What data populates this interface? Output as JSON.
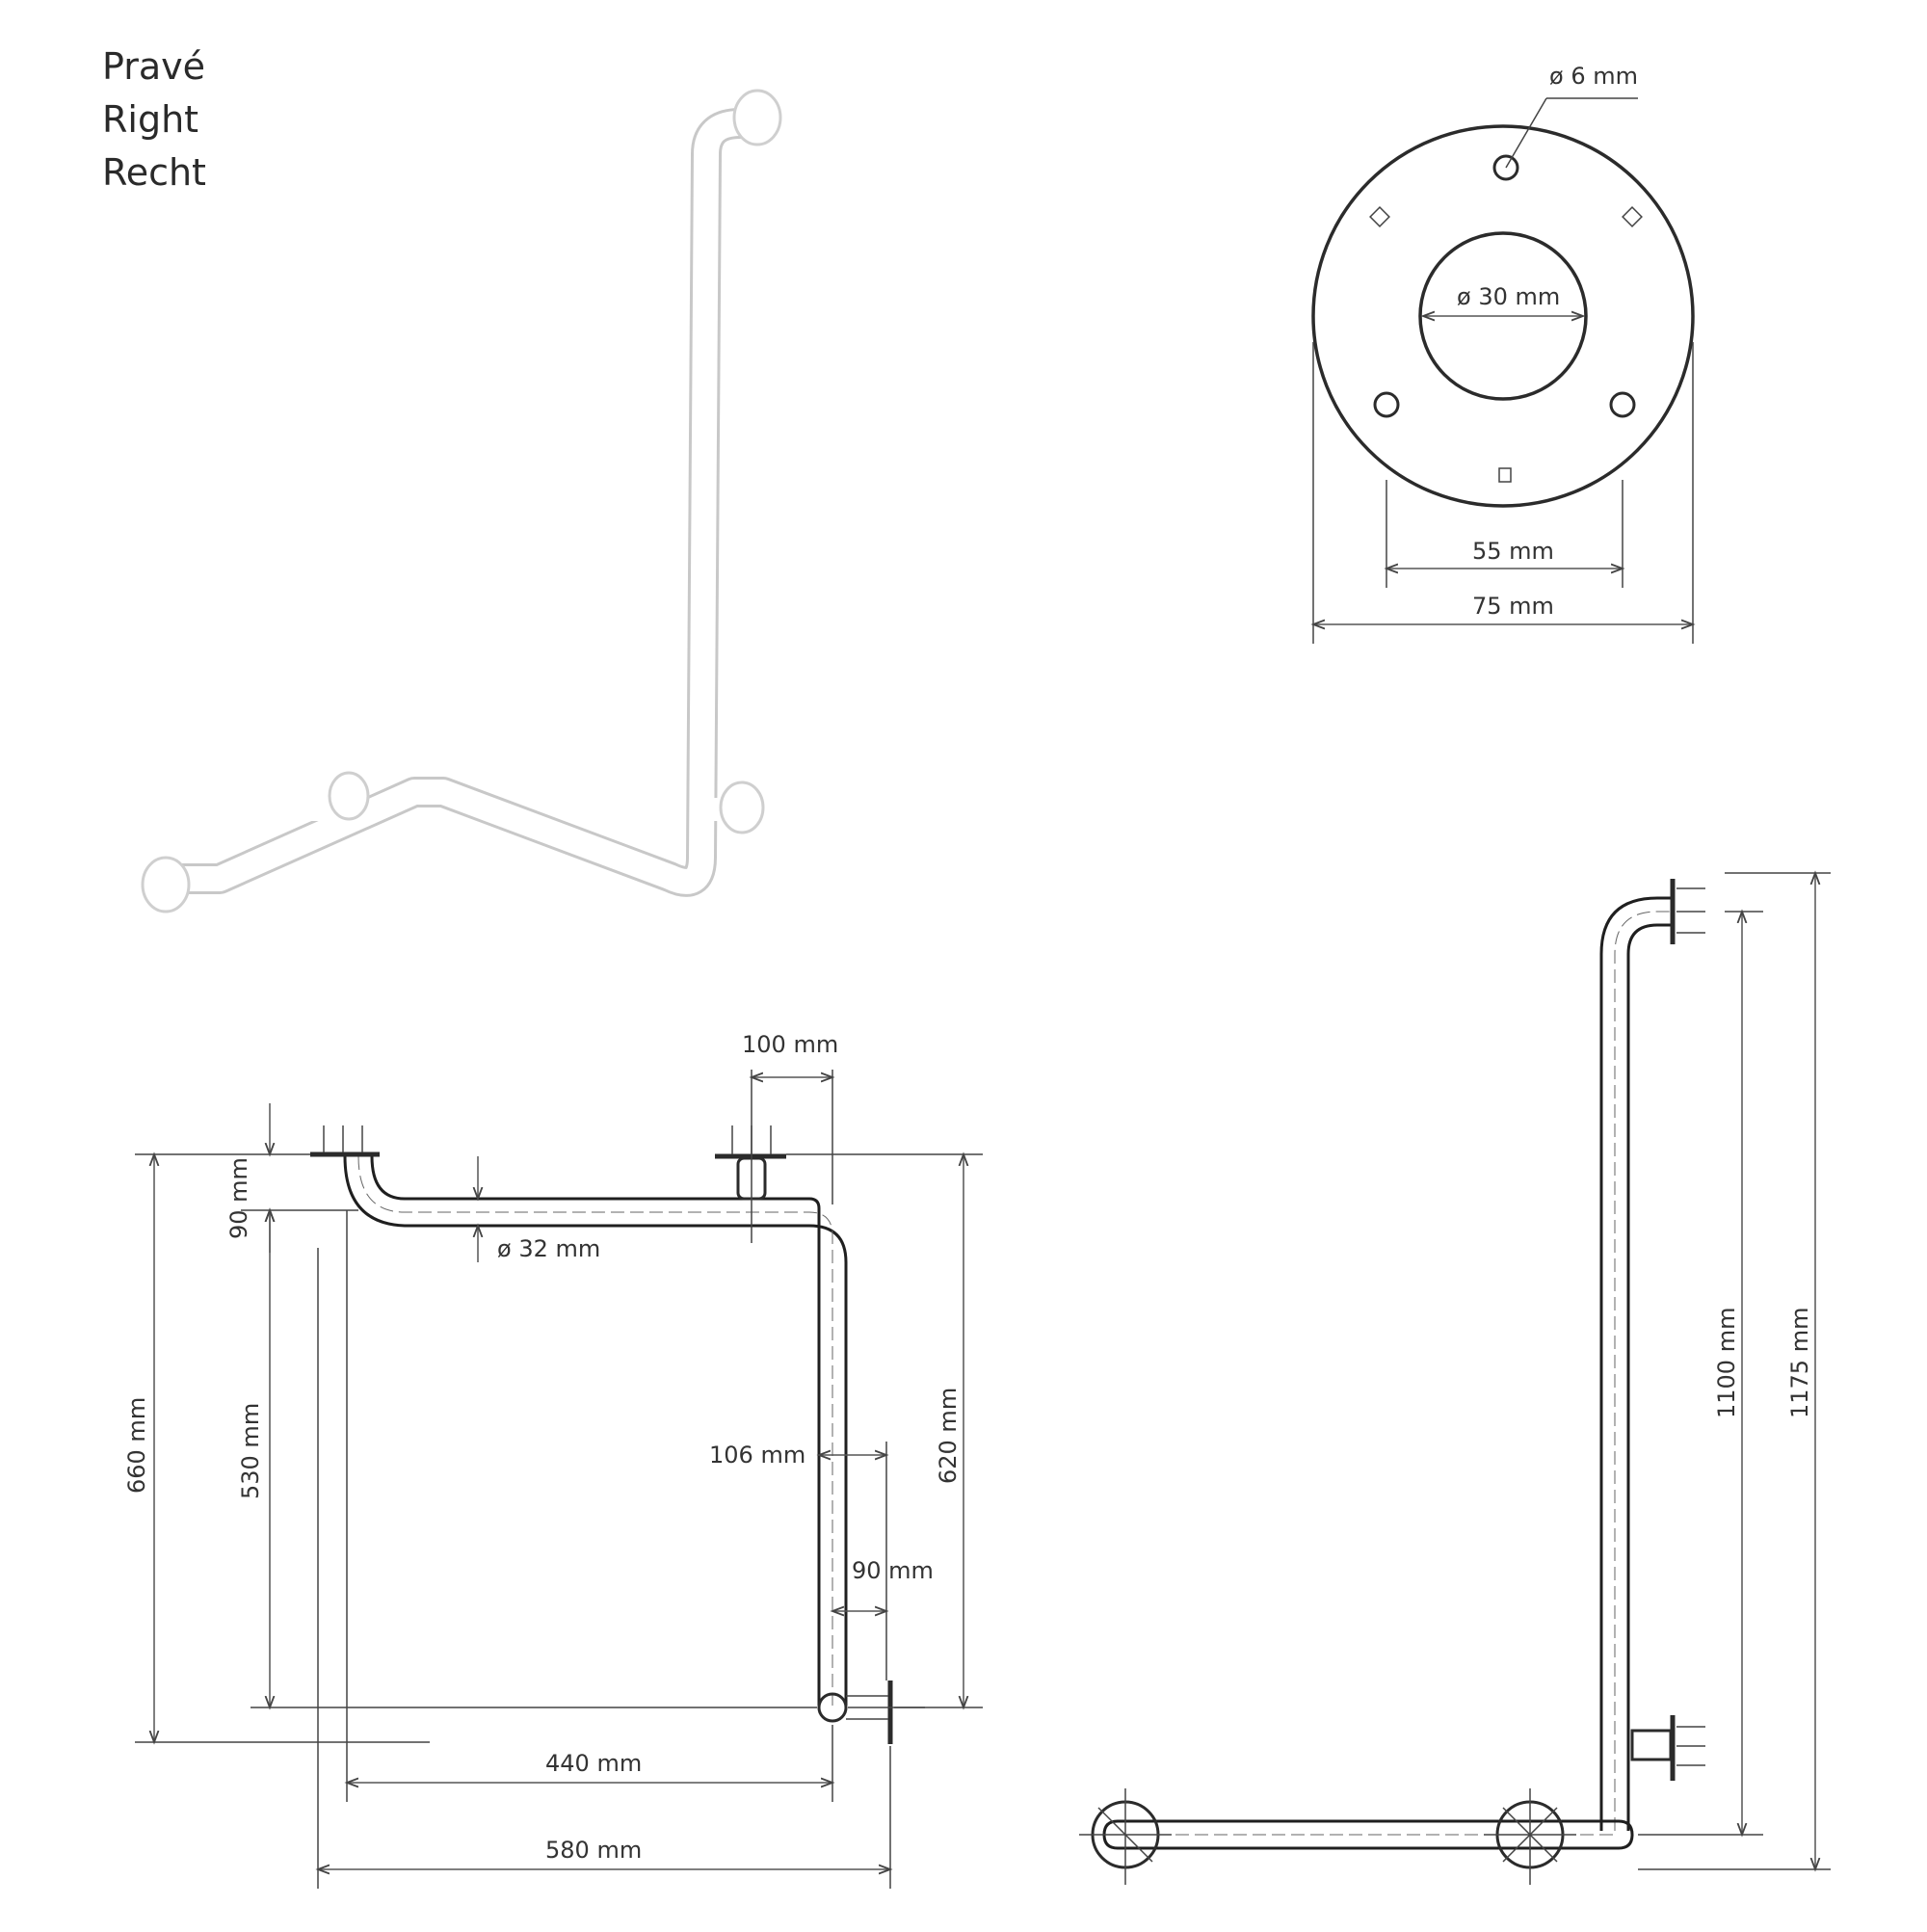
{
  "orientation_labels": [
    "Pravé",
    "Right",
    "Recht"
  ],
  "flange": {
    "hole_diameter": "ø 6 mm",
    "inner_diameter": "ø 30 mm",
    "hole_spacing": "55 mm",
    "outer_diameter": "75 mm"
  },
  "front_view": {
    "top_offset": "90 mm",
    "tube_diameter": "ø 32 mm",
    "flange_spacing_top": "100 mm",
    "total_height": "660 mm",
    "inner_height": "530 mm",
    "right_height": "620 mm",
    "horizontal_offset": "106 mm",
    "wall_offset": "90 mm",
    "inner_width": "440 mm",
    "total_width": "580 mm"
  },
  "side_view": {
    "inner_height": "1100 mm",
    "total_height": "1175 mm"
  },
  "colors": {
    "line": "#2b2b2b",
    "dimension": "#555555",
    "bar_fill": "#ffffff",
    "bar_shadow": "#d9d9d9"
  }
}
